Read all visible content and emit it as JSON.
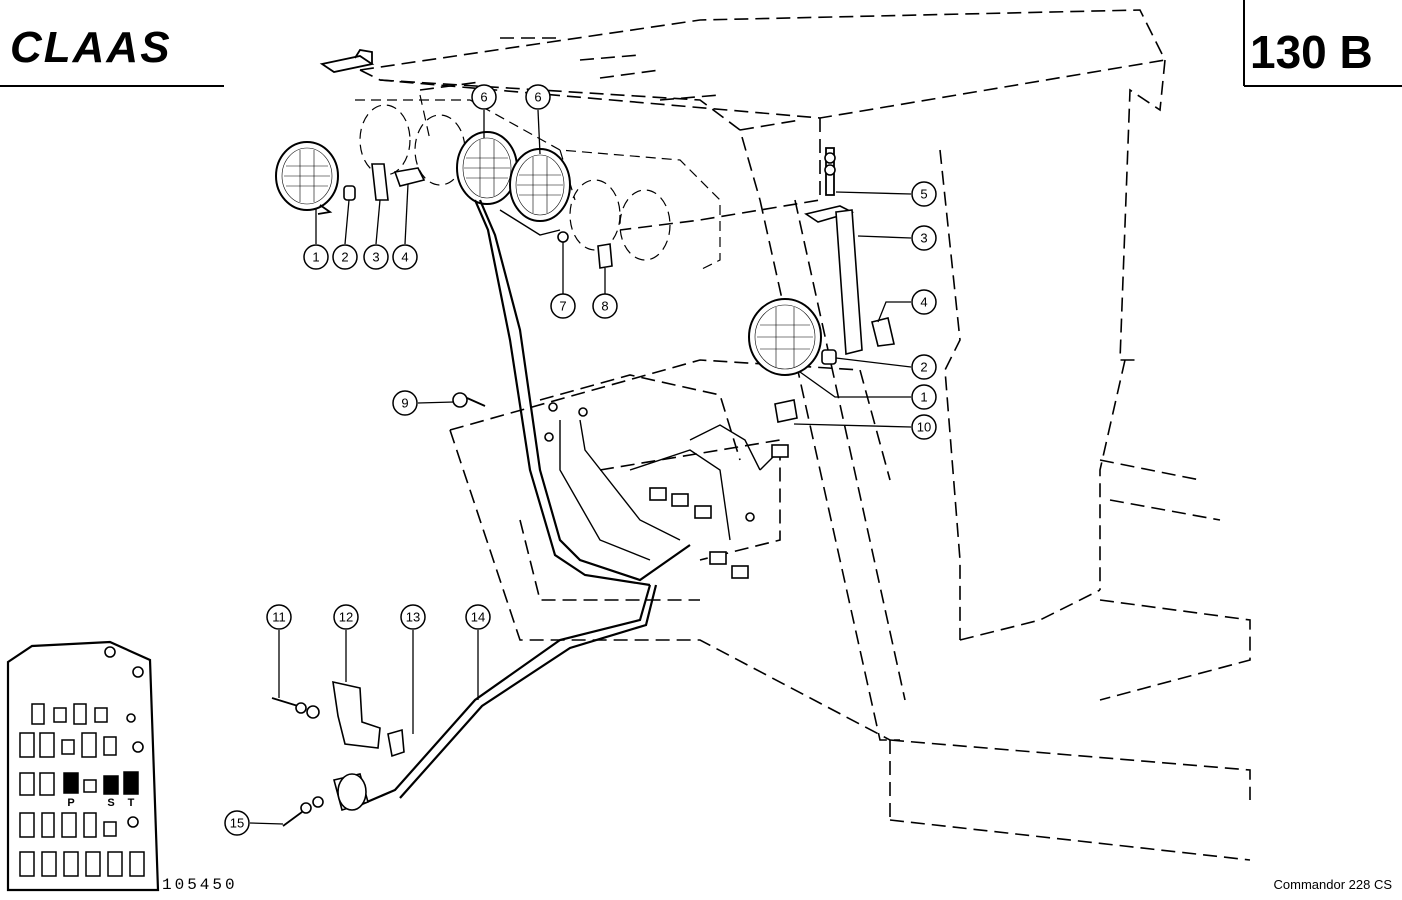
{
  "header": {
    "brand": "CLAAS",
    "page_code": "130 B"
  },
  "footer": {
    "drawing_number": "105450",
    "model": "Commandor 228 CS"
  },
  "fuse_panel": {
    "letters": [
      "P",
      "S",
      "T"
    ]
  },
  "callouts": [
    {
      "id": "c1a",
      "label": "1"
    },
    {
      "id": "c2a",
      "label": "2"
    },
    {
      "id": "c3a",
      "label": "3"
    },
    {
      "id": "c4a",
      "label": "4"
    },
    {
      "id": "c6a",
      "label": "6"
    },
    {
      "id": "c6b",
      "label": "6"
    },
    {
      "id": "c7",
      "label": "7"
    },
    {
      "id": "c8",
      "label": "8"
    },
    {
      "id": "c5",
      "label": "5"
    },
    {
      "id": "c3b",
      "label": "3"
    },
    {
      "id": "c4b",
      "label": "4"
    },
    {
      "id": "c2b",
      "label": "2"
    },
    {
      "id": "c1b",
      "label": "1"
    },
    {
      "id": "c10",
      "label": "10"
    },
    {
      "id": "c9",
      "label": "9"
    },
    {
      "id": "c11",
      "label": "11"
    },
    {
      "id": "c12",
      "label": "12"
    },
    {
      "id": "c13",
      "label": "13"
    },
    {
      "id": "c14",
      "label": "14"
    },
    {
      "id": "c15",
      "label": "15"
    }
  ]
}
